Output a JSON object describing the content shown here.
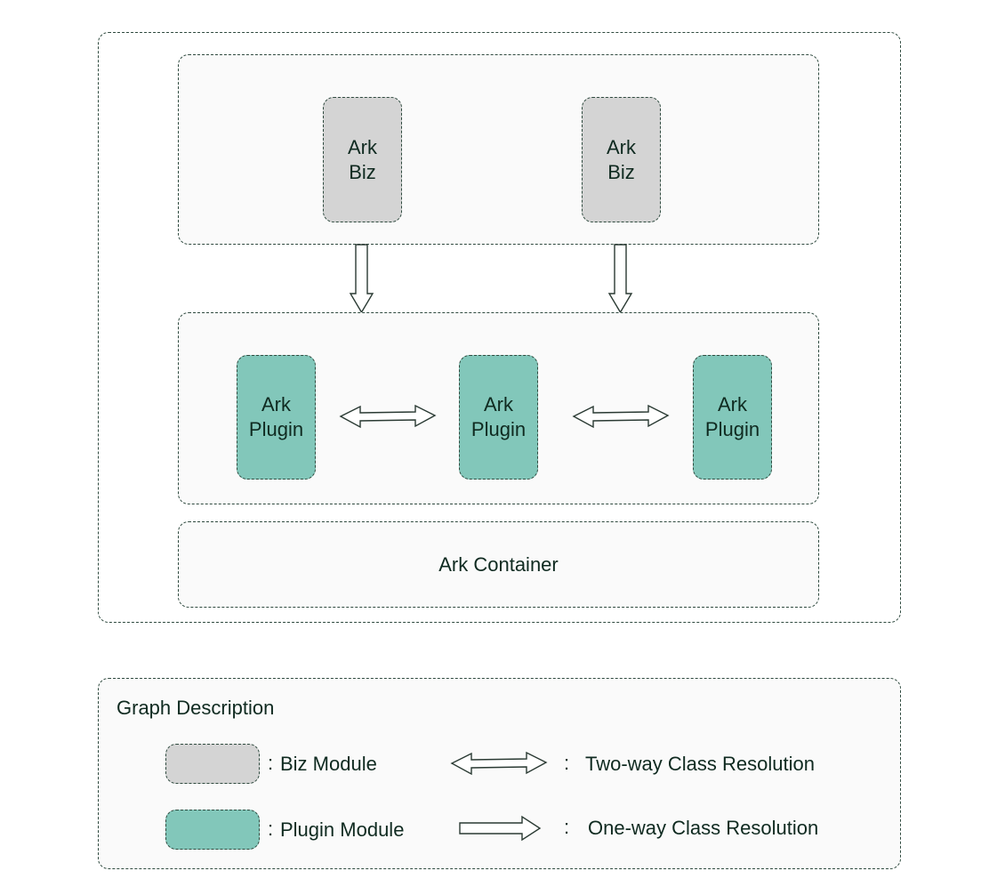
{
  "top_layer": {
    "biz_modules": [
      {
        "line1": "Ark",
        "line2": "Biz"
      },
      {
        "line1": "Ark",
        "line2": "Biz"
      }
    ]
  },
  "plugin_layer": {
    "plugin_modules": [
      {
        "line1": "Ark",
        "line2": "Plugin"
      },
      {
        "line1": "Ark",
        "line2": "Plugin"
      },
      {
        "line1": "Ark",
        "line2": "Plugin"
      }
    ]
  },
  "container": {
    "label": "Ark Container"
  },
  "legend": {
    "title": "Graph Description",
    "biz_label": "Biz Module",
    "plugin_label": "Plugin Module",
    "two_way_label": "Two-way Class Resolution",
    "one_way_label": "One-way Class Resolution",
    "separator": ":"
  },
  "colors": {
    "biz_fill": "#d4d4d4",
    "plugin_fill": "#82c7ba",
    "border": "#2f4a3f",
    "panel_bg": "#fafafa"
  }
}
